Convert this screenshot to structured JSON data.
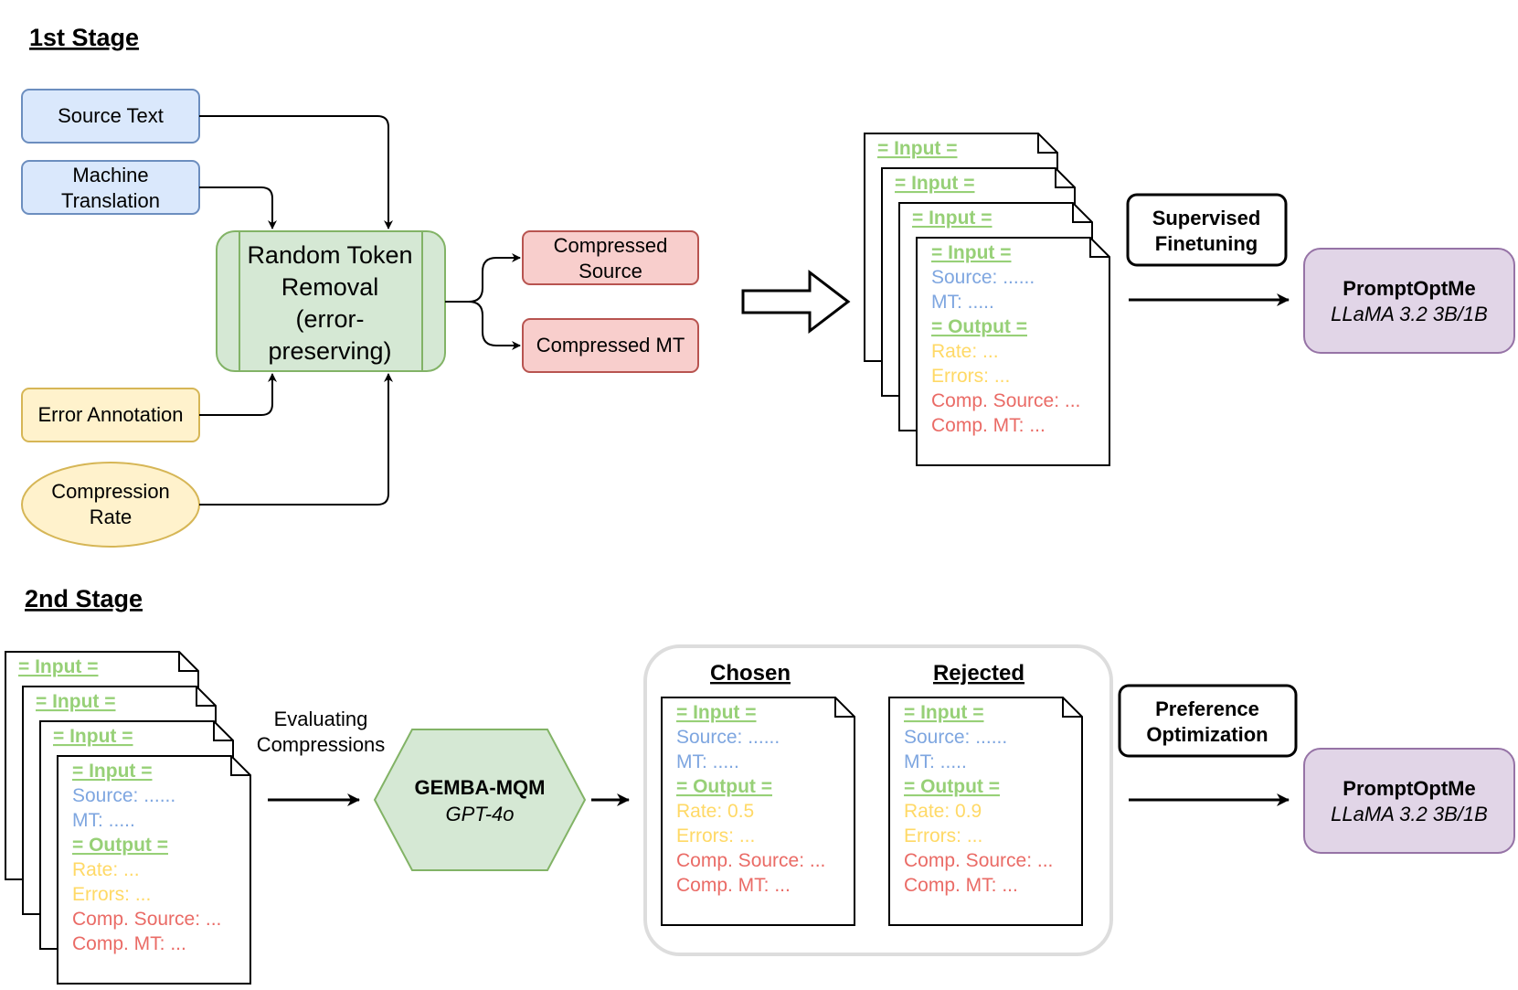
{
  "colors": {
    "blue_fill": "#dae8fc",
    "blue_stroke": "#6c8ebf",
    "green_fill": "#d5e8d4",
    "green_stroke": "#82b366",
    "yellow_fill": "#fff2cc",
    "yellow_stroke": "#d6b656",
    "red_fill": "#f8cecc",
    "red_stroke": "#b85450",
    "purple_fill": "#e1d5e7",
    "purple_stroke": "#9673a6",
    "green_text": "#97d077",
    "blue_text": "#7ea6e0",
    "yellow_text": "#ffd966",
    "red_text": "#ea6b66",
    "chosen_border": "#dddddd"
  },
  "stage1": {
    "title": "1st Stage",
    "source_text": "Source Text",
    "machine_translation": [
      "Machine",
      "Translation"
    ],
    "error_annotation": "Error Annotation",
    "compression_rate": [
      "Compression",
      "Rate"
    ],
    "removal": [
      "Random Token",
      "Removal",
      "(error-",
      "preserving)"
    ],
    "compressed_source": [
      "Compressed",
      "Source"
    ],
    "compressed_mt": "Compressed MT",
    "sft_label": [
      "Supervised",
      "Finetuning"
    ],
    "model_name": "PromptOptMe",
    "model_variant": "LLaMA 3.2 3B/1B"
  },
  "stage2": {
    "title": "2nd Stage",
    "evaluating": [
      "Evaluating",
      "Compressions"
    ],
    "gemba_name": "GEMBA-MQM",
    "gemba_model": "GPT-4o",
    "chosen": "Chosen",
    "rejected": "Rejected",
    "chosen_rate": "Rate: 0.5",
    "rejected_rate": "Rate: 0.9",
    "po_label": [
      "Preference",
      "Optimization"
    ],
    "model_name": "PromptOptMe",
    "model_variant": "LLaMA 3.2 3B/1B"
  },
  "doc": {
    "input_header": "= Input =",
    "source": "Source: ......",
    "mt": "MT: .....",
    "output_header": "= Output =",
    "rate": "Rate: ...",
    "errors": "Errors: ...",
    "comp_source": "Comp. Source: ...",
    "comp_mt": "Comp. MT: ..."
  }
}
